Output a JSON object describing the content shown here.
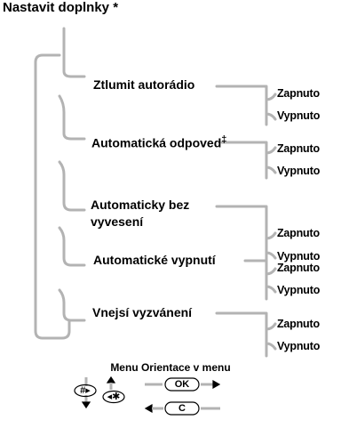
{
  "title": "Nastavit doplnky *",
  "items": [
    {
      "label": "Ztlumit autorádio",
      "options": [
        "Zapnuto",
        "Vypnuto"
      ]
    },
    {
      "label": "Automatická odpoved",
      "mark": "‡",
      "options": [
        "Zapnuto",
        "Vypnuto"
      ]
    },
    {
      "label_lines": [
        "Automaticky bez",
        "vyvesení"
      ],
      "options": [
        "Zapnuto",
        "Vypnuto"
      ]
    },
    {
      "label": "Automatické vypnutí",
      "options": [
        "Zapnuto",
        "Vypnuto"
      ]
    },
    {
      "label": "Vnejsí vyzvánení",
      "options": [
        "Zapnuto",
        "Vypnuto"
      ]
    }
  ],
  "legend": {
    "title": "Menu Orientace v menu",
    "keys": {
      "nav": "#▸",
      "star": "◂✱",
      "ok": "OK",
      "c": "C"
    }
  },
  "colors": {
    "line": "#b3b3b3",
    "text": "#000000"
  }
}
